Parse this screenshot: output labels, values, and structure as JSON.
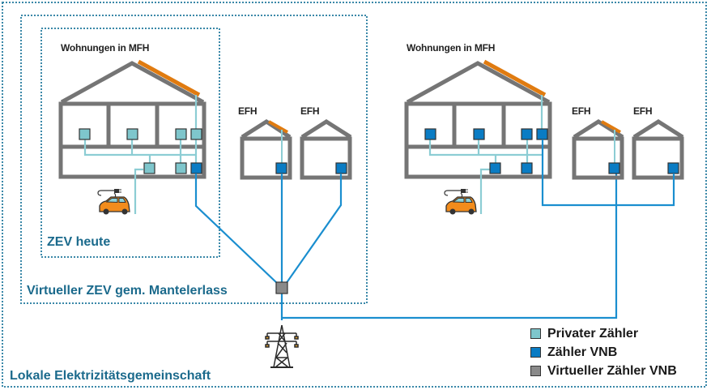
{
  "colors": {
    "zone_border": "#3a88a8",
    "house": "#757575",
    "solar": "#e07b10",
    "private_meter": "#7ec6cc",
    "vnb_meter": "#0a7cc4",
    "virtual_meter": "#8a8a8a",
    "private_line": "#8ccdd4",
    "vnb_line": "#1a8ecf",
    "label_blue": "#1b6a8c"
  },
  "zones": {
    "outer": "Lokale Elektrizitätsgemeinschaft",
    "middle": "Virtueller ZEV gem. Mantelerlass",
    "inner": "ZEV heute"
  },
  "houses": {
    "mfh_left": "Wohnungen in MFH",
    "efh_left_1": "EFH",
    "efh_left_2": "EFH",
    "mfh_right": "Wohnungen in MFH",
    "efh_right_1": "EFH",
    "efh_right_2": "EFH"
  },
  "icons": {
    "car": "electric-car-icon",
    "grid": "power-pylon-icon",
    "solar": "solar-panel"
  },
  "legend": [
    {
      "label": "Privater Zähler",
      "color": "#7ec6cc"
    },
    {
      "label": "Zähler VNB",
      "color": "#0a7cc4"
    },
    {
      "label": "Virtueller Zähler VNB",
      "color": "#8a8a8a"
    }
  ]
}
